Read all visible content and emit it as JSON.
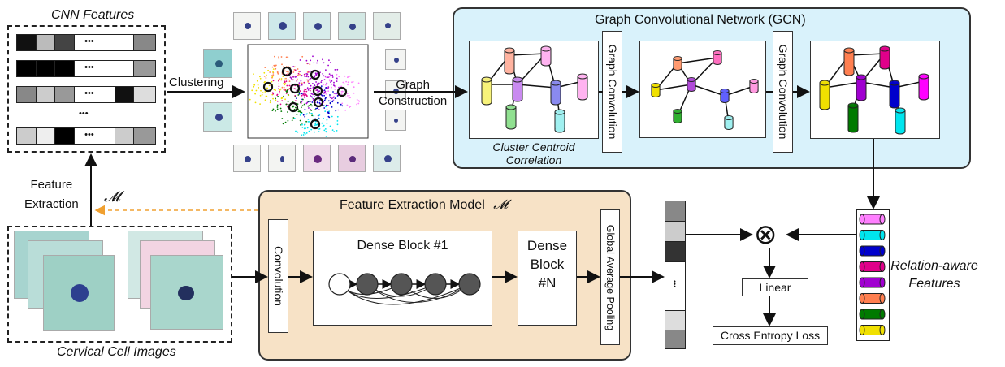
{
  "cnn_features": {
    "title": "CNN Features",
    "ellipsis": "•••",
    "vdots": "•••"
  },
  "labels": {
    "clustering": "Clustering",
    "graph_construction_line1": "Graph",
    "graph_construction_line2": "Construction",
    "feature_extraction_line1": "Feature",
    "feature_extraction_line2": "Extraction",
    "model_symbol": "𝓜",
    "cervical_cell_images": "Cervical Cell Images"
  },
  "gcn": {
    "title": "Graph Convolutional Network (GCN)",
    "graph_convolution": "Graph Convolution",
    "cluster_centroid_line1": "Cluster Centroid",
    "cluster_centroid_line2": "Correlation"
  },
  "fem": {
    "title": "Feature Extraction Model",
    "symbol": "𝓜",
    "convolution": "Convolution",
    "dense_block_1": "Dense Block #1",
    "dense_block_n_line1": "Dense",
    "dense_block_n_line2": "Block",
    "dense_block_n_line3": "#N",
    "global_avg_pooling": "Global Average Pooling"
  },
  "head": {
    "feature_vector_dots": "•••",
    "multiply_symbol": "⊗",
    "linear": "Linear",
    "cross_entropy_loss": "Cross Entropy Loss",
    "relation_aware_line1": "Relation-aware",
    "relation_aware_line2": "Features"
  },
  "colors": {
    "gcn_panel": "#d9f2fb",
    "fem_panel": "#f7e2c6",
    "node_colors": [
      "#ff7fff",
      "#00e5ee",
      "#0000cc",
      "#e0008a",
      "#a000d0",
      "#ff7f50",
      "#007a00",
      "#f0e000"
    ]
  }
}
